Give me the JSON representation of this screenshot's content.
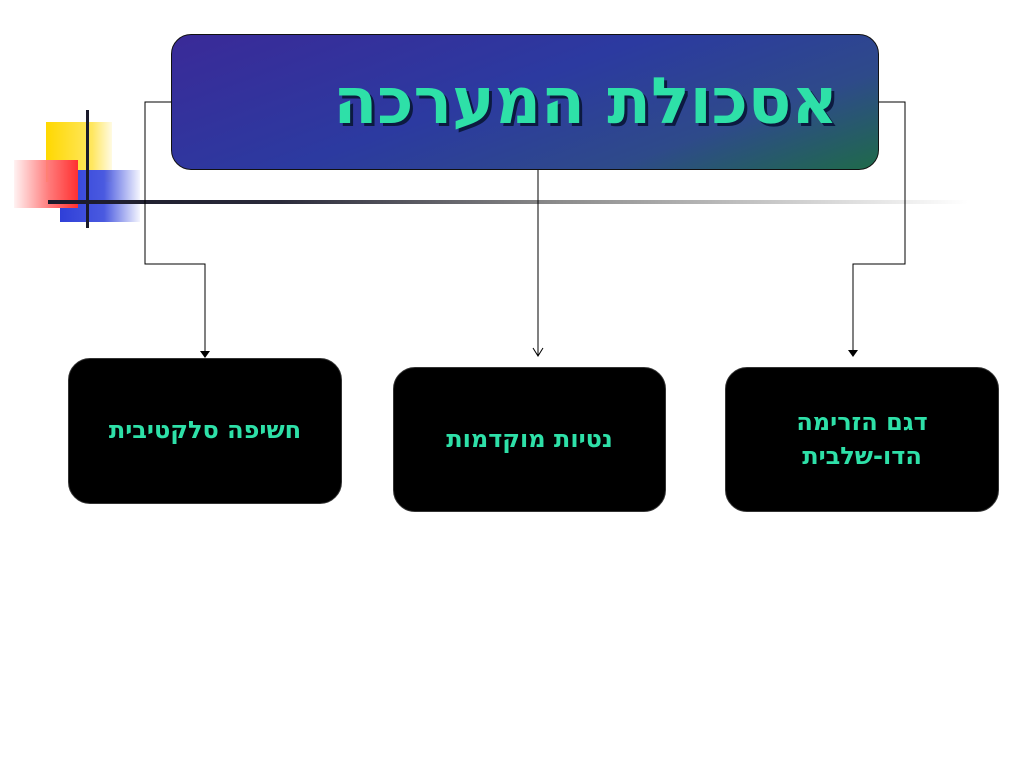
{
  "diagram": {
    "title": "אסכולת המערכה",
    "nodes": {
      "left": "חשיפה סלקטיבית",
      "center": "נטיות מוקדמות",
      "right": "דגם הזרימה\nהדו-שלבית"
    }
  },
  "colors": {
    "title_text": "#2ee0a8",
    "node_background": "#000000",
    "node_text": "#2ee0a8"
  }
}
